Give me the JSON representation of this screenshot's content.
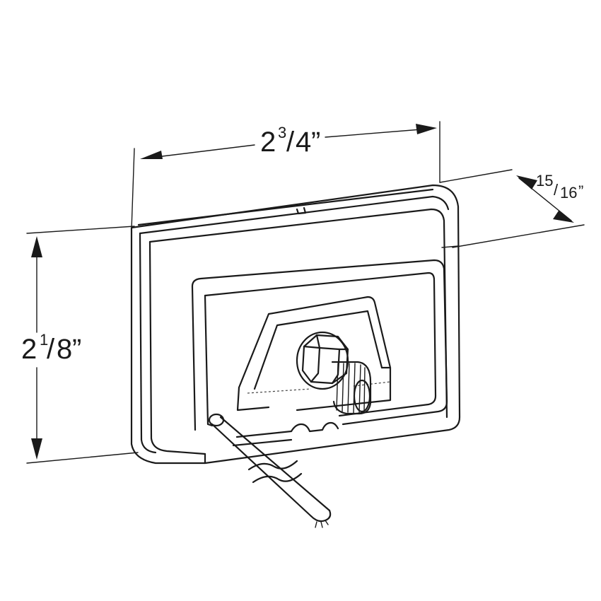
{
  "dimensions": {
    "width": {
      "whole": "2",
      "numerator": "3",
      "denominator": "4",
      "unit": "”"
    },
    "height": {
      "whole": "2",
      "numerator": "1",
      "denominator": "8",
      "unit": "”"
    },
    "depth": {
      "numerator": "15",
      "denominator": "16",
      "unit": "”"
    }
  },
  "stroke_color": "#1a1a1a"
}
